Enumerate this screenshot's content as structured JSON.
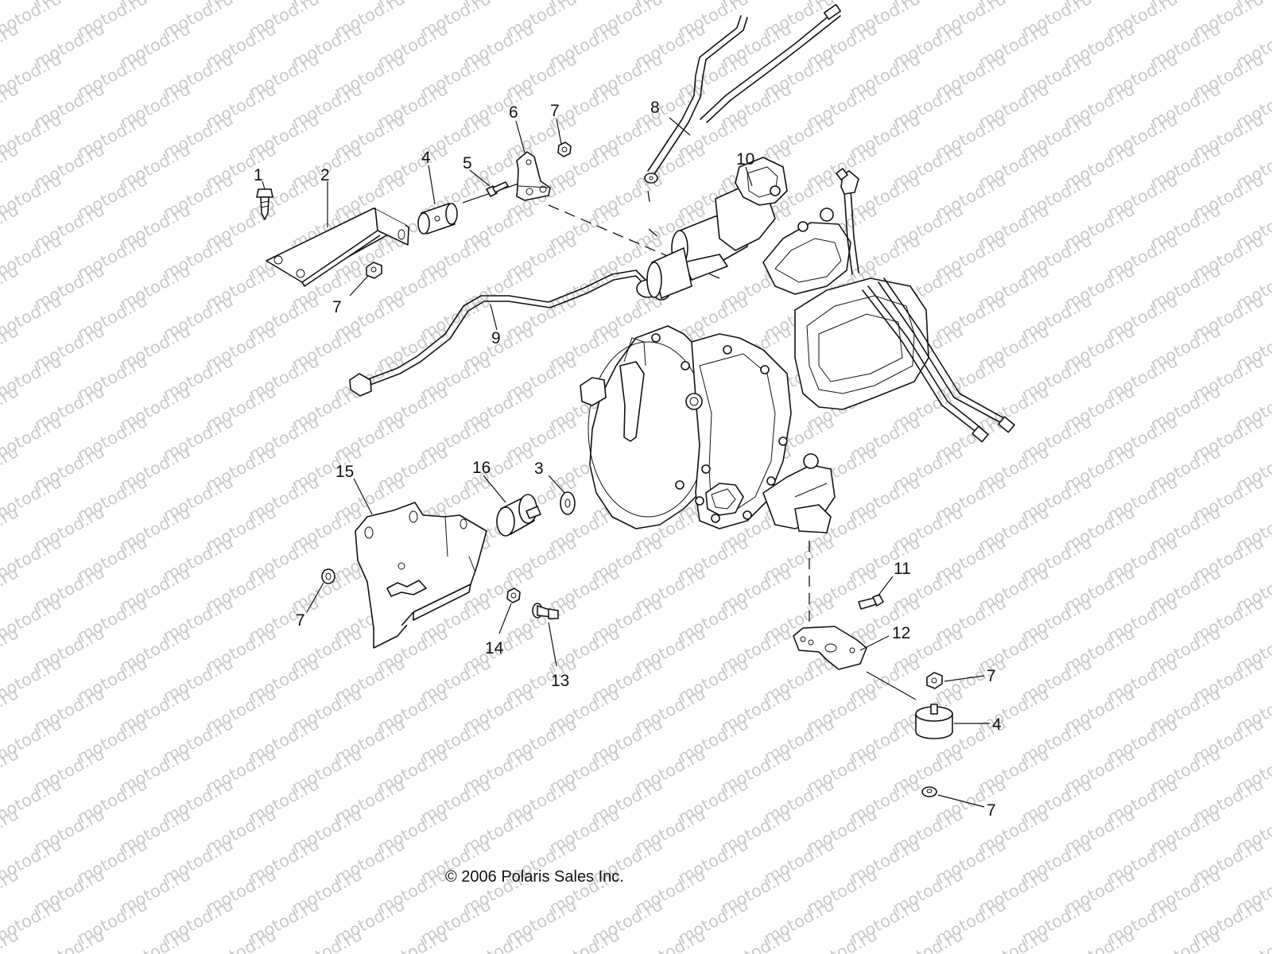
{
  "watermark_text": "motod.ru",
  "copyright": "© 2006 Polaris Sales Inc.",
  "callouts": [
    {
      "id": "c1",
      "label": "1"
    },
    {
      "id": "c2",
      "label": "2"
    },
    {
      "id": "c3",
      "label": "3"
    },
    {
      "id": "c4a",
      "label": "4"
    },
    {
      "id": "c4b",
      "label": "4"
    },
    {
      "id": "c5",
      "label": "5"
    },
    {
      "id": "c6",
      "label": "6"
    },
    {
      "id": "c7a",
      "label": "7"
    },
    {
      "id": "c7b",
      "label": "7"
    },
    {
      "id": "c7c",
      "label": "7"
    },
    {
      "id": "c7d",
      "label": "7"
    },
    {
      "id": "c7e",
      "label": "7"
    },
    {
      "id": "c8",
      "label": "8"
    },
    {
      "id": "c9",
      "label": "9"
    },
    {
      "id": "c10",
      "label": "10"
    },
    {
      "id": "c11",
      "label": "11"
    },
    {
      "id": "c12",
      "label": "12"
    },
    {
      "id": "c13",
      "label": "13"
    },
    {
      "id": "c14",
      "label": "14"
    },
    {
      "id": "c15",
      "label": "15"
    },
    {
      "id": "c16",
      "label": "16"
    }
  ]
}
